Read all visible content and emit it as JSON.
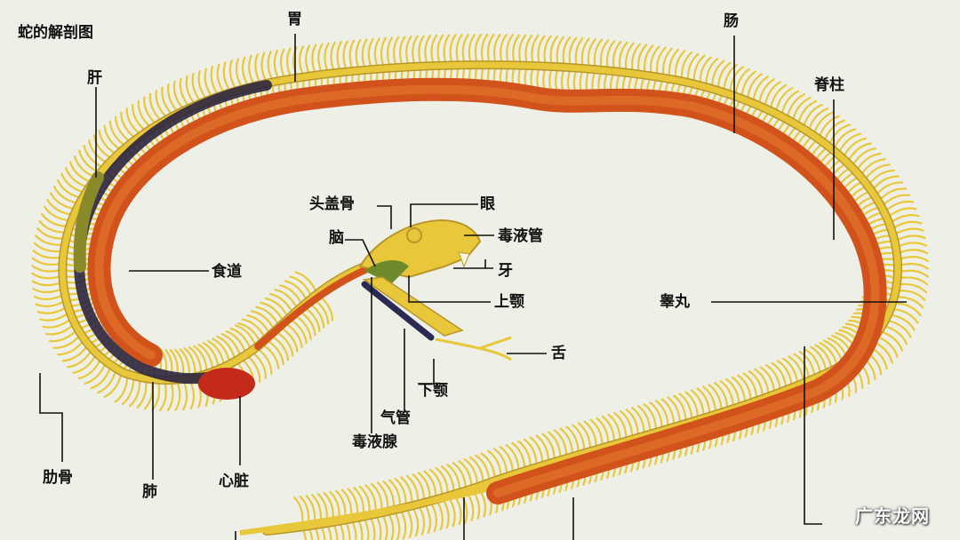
{
  "title": "蛇的解剖图",
  "watermark": "广东龙网",
  "labels": {
    "stomach": "胃",
    "intestine": "肠",
    "liver": "肝",
    "spine": "脊柱",
    "esophagus": "食道",
    "skull": "头盖骨",
    "eye": "眼",
    "venom_duct": "毒液管",
    "brain": "脑",
    "fang": "牙",
    "upper_jaw": "上颚",
    "testis": "睾丸",
    "tongue": "舌",
    "lower_jaw": "下颚",
    "trachea": "气管",
    "venom_gland": "毒液腺",
    "ribs": "肋骨",
    "lung": "肺",
    "heart": "心脏"
  },
  "colors": {
    "bone": "#e8c83a",
    "bone_dark": "#b8962a",
    "organ": "#d2521c",
    "organ_light": "#e57a2e",
    "lung": "#2b2540",
    "liver": "#8a8a2a",
    "leader": "#111111"
  }
}
